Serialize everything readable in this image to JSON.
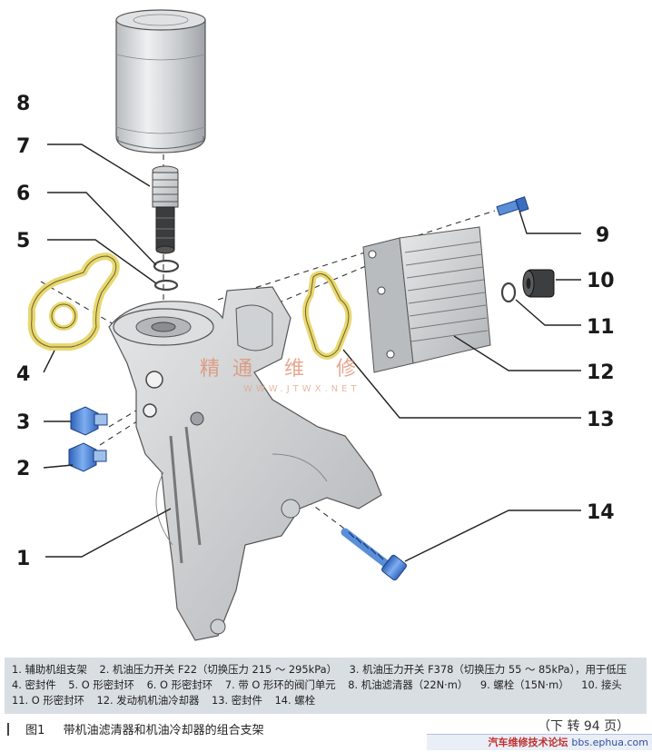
{
  "labels": {
    "l1": "1",
    "l2": "2",
    "l3": "3",
    "l4": "4",
    "l5": "5",
    "l6": "6",
    "l7": "7",
    "l8": "8",
    "l9": "9",
    "l10": "10",
    "l11": "11",
    "l12": "12",
    "l13": "13",
    "l14": "14"
  },
  "legend": [
    "1. 辅助机组支架",
    "2. 机油压力开关 F22（切换压力 215 ～ 295kPa）",
    "3. 机油压力开关 F378（切换压力 55 ～ 85kPa），用于低压",
    "4. 密封件",
    "5. O 形密封环",
    "6. O 形密封环",
    "7. 带 O 形环的阀门单元",
    "8. 机油滤清器（22N·m）",
    "9. 螺栓（15N·m）",
    "10. 接头",
    "11. O 形密封环",
    "12. 发动机机油冷却器",
    "13. 密封件",
    "14. 螺栓"
  ],
  "caption": {
    "figure": "图1",
    "text": "带机油滤清器和机油冷却器的组合支架"
  },
  "next_page": "（下 转 94 页）",
  "watermark": {
    "main": "精通  维  修",
    "sub": "WWW.JTWX.NET"
  },
  "forum": {
    "name": "汽车维修技术论坛",
    "url": "bbs.ephua.com"
  },
  "colors": {
    "legend_bg": "#d9dee3",
    "gasket": "#e8d870",
    "switch_blue": "#5a8fd8",
    "metal": "#d2d4d6"
  }
}
